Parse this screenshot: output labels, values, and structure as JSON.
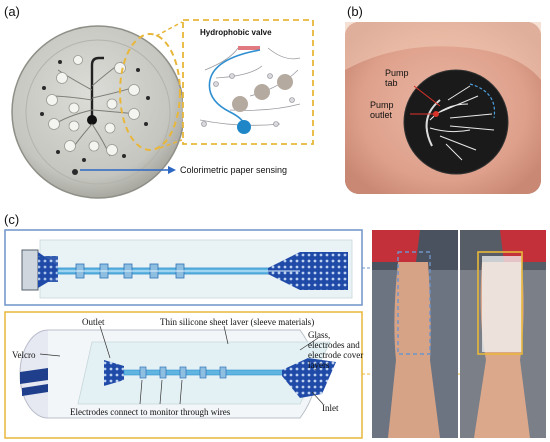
{
  "panels": {
    "a": {
      "letter": "(a)",
      "hydrophobic_valve": "Hydrophobic valve",
      "colorimetric": "Colorimetric paper sensing"
    },
    "b": {
      "letter": "(b)",
      "pump_tab": "Pump\ntab",
      "pump_outlet": "Pump\noutlet"
    },
    "c": {
      "letter": "(c)",
      "outlet": "Outlet",
      "silicone": "Thin silicone sheet laver (sleeve materials)",
      "glass": "Glass,\nelectrodes and\nelectrode cover\nlayers",
      "velcro": "Velcro",
      "inlet": "Inlet",
      "electrodes": "Electrodes connect to monitor through wires"
    }
  },
  "colors": {
    "frame_yellow": "#e8b73a",
    "frame_blue": "#6f94c8",
    "channel_blue": "#2f8fd0",
    "mesh_blue": "#1f4aa8",
    "arrow_blue": "#2d67c4",
    "outlet_red": "#d9332a"
  }
}
